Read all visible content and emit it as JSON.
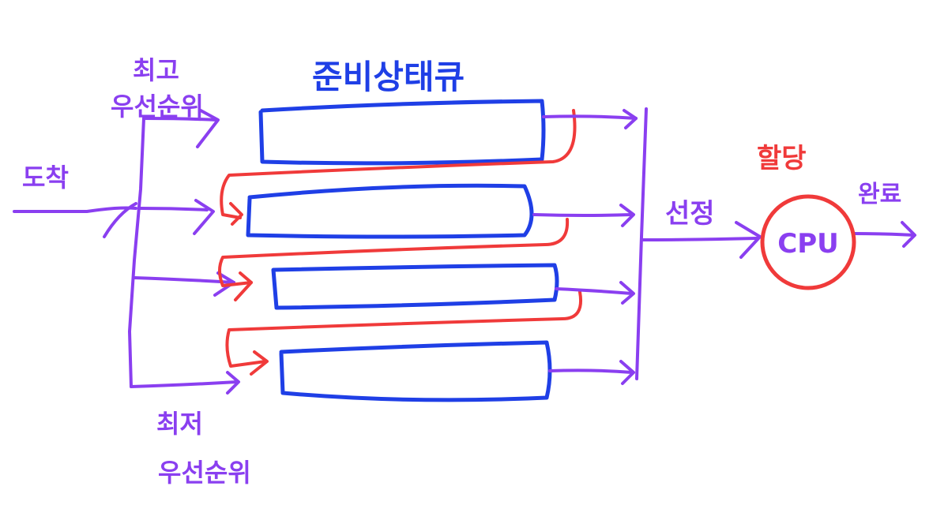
{
  "labels": {
    "title": "준비상태큐",
    "arrival": "도착",
    "highest_priority_line1": "최고",
    "highest_priority_line2": "우선순위",
    "lowest_priority_line1": "최저",
    "lowest_priority_line2": "우선순위",
    "selection": "선정",
    "allocation": "할당",
    "cpu": "CPU",
    "completion": "완료"
  },
  "colors": {
    "flow": "#8a3ff0",
    "queue": "#1f3fe6",
    "feedback": "#f03a3a",
    "cpu": "#f03a3a",
    "background": "#ffffff"
  },
  "queues": [
    {
      "label": ""
    },
    {
      "label": ""
    },
    {
      "label": ""
    },
    {
      "label": ""
    }
  ]
}
